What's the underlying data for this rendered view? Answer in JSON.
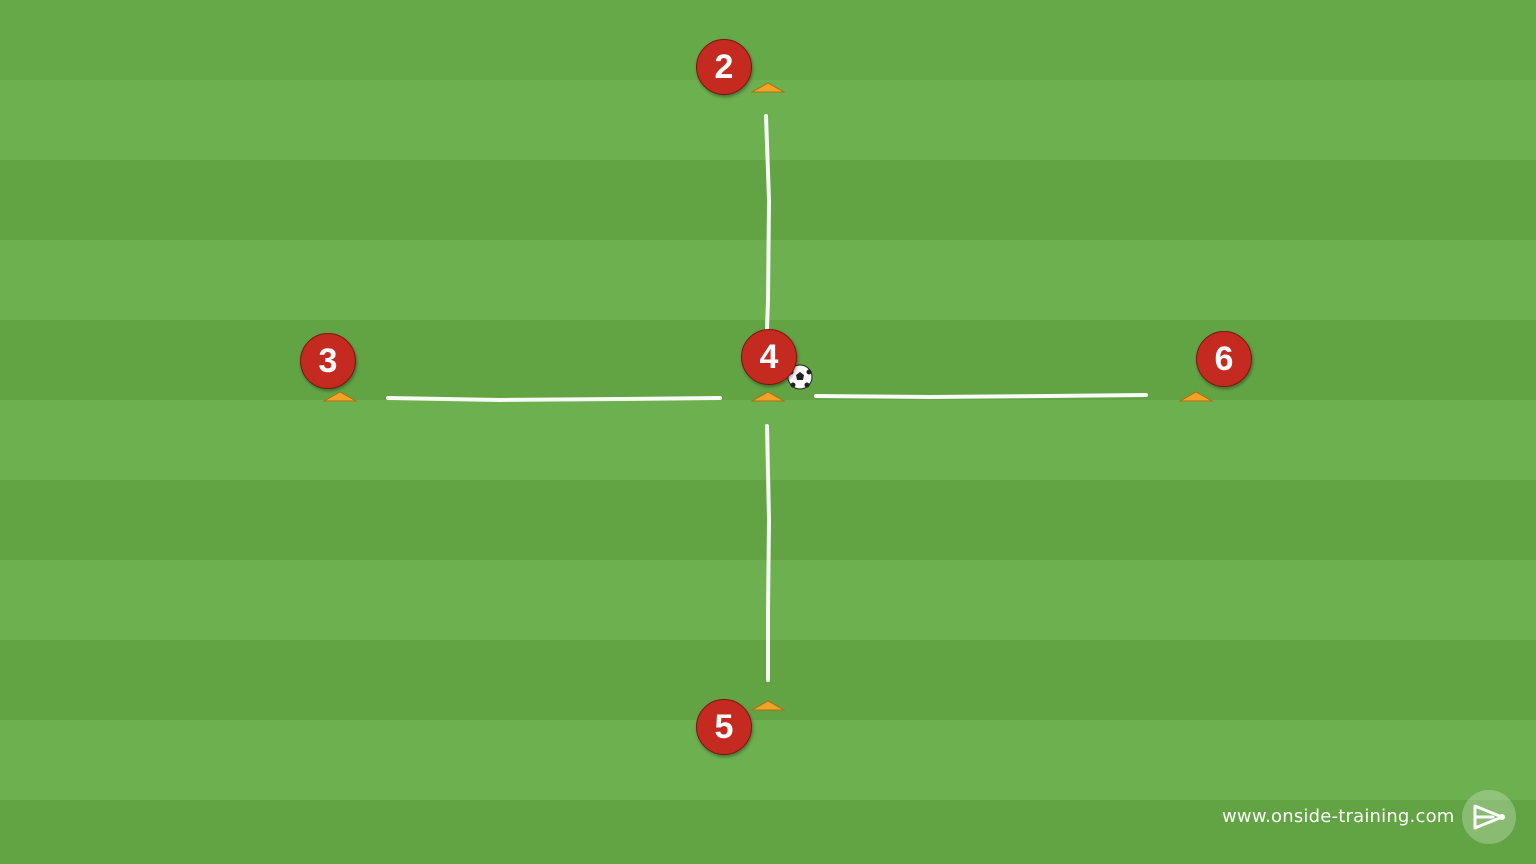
{
  "players": [
    {
      "id": "player-2",
      "label": "2"
    },
    {
      "id": "player-3",
      "label": "3"
    },
    {
      "id": "player-4",
      "label": "4"
    },
    {
      "id": "player-5",
      "label": "5"
    },
    {
      "id": "player-6",
      "label": "6"
    }
  ],
  "watermark": "www.onside-training.com",
  "colors": {
    "grass_light": "#6aad4c",
    "grass_dark": "#5f9f42",
    "player": "#c42a1f",
    "cone": "#f2a225",
    "line": "#ffffff"
  },
  "icons": [
    "cone-icon",
    "soccer-ball-icon",
    "onside-logo-icon"
  ]
}
